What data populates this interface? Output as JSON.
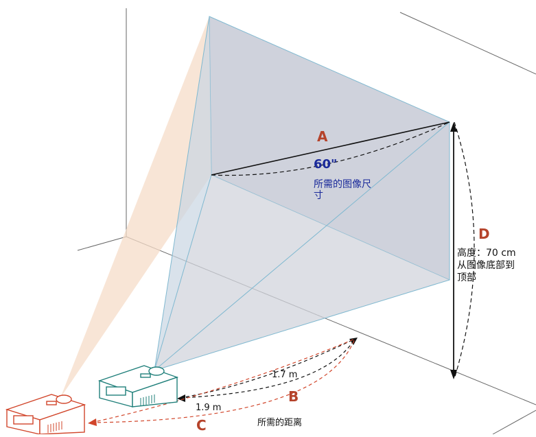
{
  "labels": {
    "A": "A",
    "B": "B",
    "C": "C",
    "D": "D",
    "image_size_value": "60\"",
    "image_size_caption_line1": "所需的图像尺",
    "image_size_caption_line2": "寸",
    "height_line1": "高度：70 cm",
    "height_line2": "从图像底部到",
    "height_line3": "顶部",
    "distance_b": "1.7 m",
    "distance_c": "1.9 m",
    "distance_caption": "所需的距离"
  },
  "colors": {
    "image_plane": "#cfd2dc",
    "near_beam": "#c9d6e3",
    "far_beam": "#f5dcc8",
    "projector_near": "#1f7f7a",
    "projector_far": "#d1452a",
    "label_red": "#b5432b",
    "label_blue": "#1a2a9a"
  }
}
